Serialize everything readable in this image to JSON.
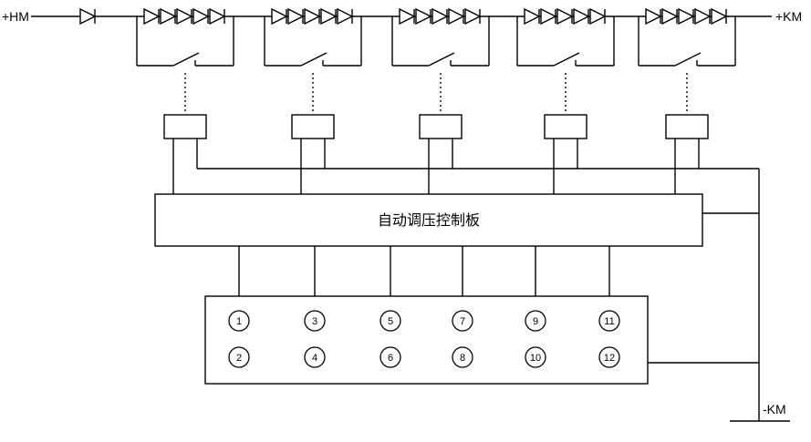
{
  "labels": {
    "top_left": "+HM",
    "top_right": "+KM",
    "bottom_right": "-KM",
    "control_board": "自动调压控制板"
  },
  "terminals": {
    "row1": [
      "1",
      "3",
      "5",
      "7",
      "9",
      "11"
    ],
    "row2": [
      "2",
      "4",
      "6",
      "8",
      "10",
      "12"
    ]
  },
  "components": {
    "series_diode_count_per_group": 5,
    "diode_group_count": 5,
    "driver_box_count": 5,
    "bypass_switch_count": 5
  },
  "colors": {
    "line": "#000000",
    "background": "#ffffff"
  }
}
